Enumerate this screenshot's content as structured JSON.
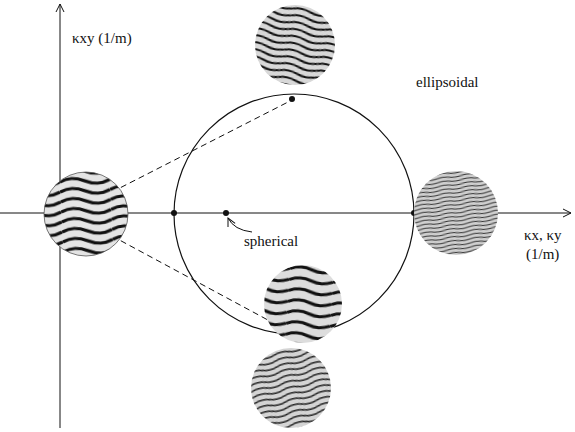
{
  "diagram": {
    "labels": [
      "κxy (1/m)",
      "ellipsoidal",
      "spherical",
      "κx, κy",
      "(1/m)"
    ]
  }
}
